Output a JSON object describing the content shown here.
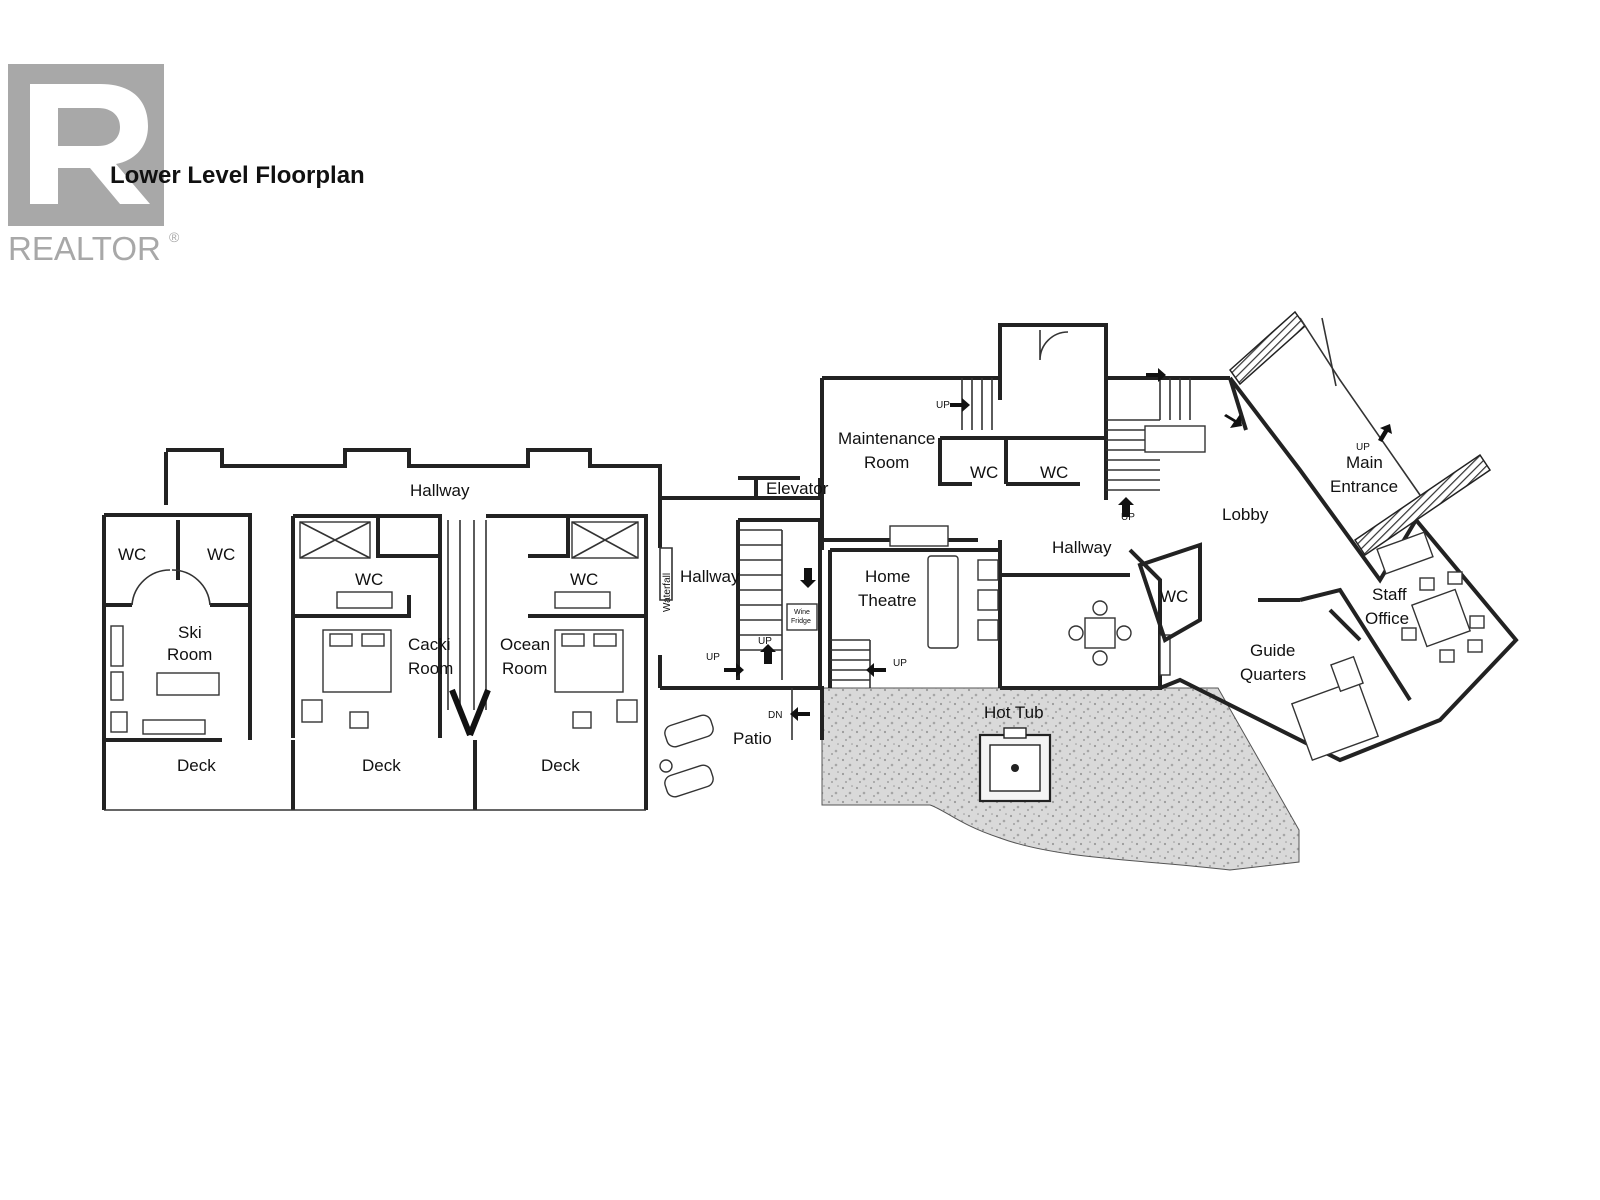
{
  "logo": {
    "text": "REALTOR",
    "mark": "®",
    "color": "#a8a8a8"
  },
  "title": "Lower Level Floorplan",
  "rooms": {
    "hallway_top": "Hallway",
    "wc_1": "WC",
    "wc_2": "WC",
    "ski_room": [
      "Ski",
      "Room"
    ],
    "wc_cacki": "WC",
    "cacki_room": [
      "Cacki",
      "Room"
    ],
    "wc_ocean": "WC",
    "ocean_room": [
      "Ocean",
      "Room"
    ],
    "deck_1": "Deck",
    "deck_2": "Deck",
    "deck_3": "Deck",
    "waterfall": "Waterfall",
    "hallway_mid": "Hallway",
    "elevator": "Elevator",
    "wine_fridge": [
      "Wine",
      "Fridge"
    ],
    "patio": "Patio",
    "maintenance": [
      "Maintenance",
      "Room"
    ],
    "wc_maint_1": "WC",
    "wc_maint_2": "WC",
    "home_theatre": [
      "Home",
      "Theatre"
    ],
    "hallway_east": "Hallway",
    "hot_tub": "Hot Tub",
    "wc_lobby": "WC",
    "lobby": "Lobby",
    "main_entrance": [
      "Main",
      "Entrance"
    ],
    "guide_quarters": [
      "Guide",
      "Quarters"
    ],
    "staff_office": [
      "Staff",
      "Office"
    ]
  },
  "stairs": {
    "up_1": "UP",
    "up_2": "UP",
    "up_3": "UP",
    "up_4": "UP",
    "up_5": "UP",
    "up_6": "UP",
    "dn_1": "DN"
  },
  "colors": {
    "wall": "#222222",
    "hot_tub_fill": "#d8d8d8",
    "hatch": "#333333"
  }
}
